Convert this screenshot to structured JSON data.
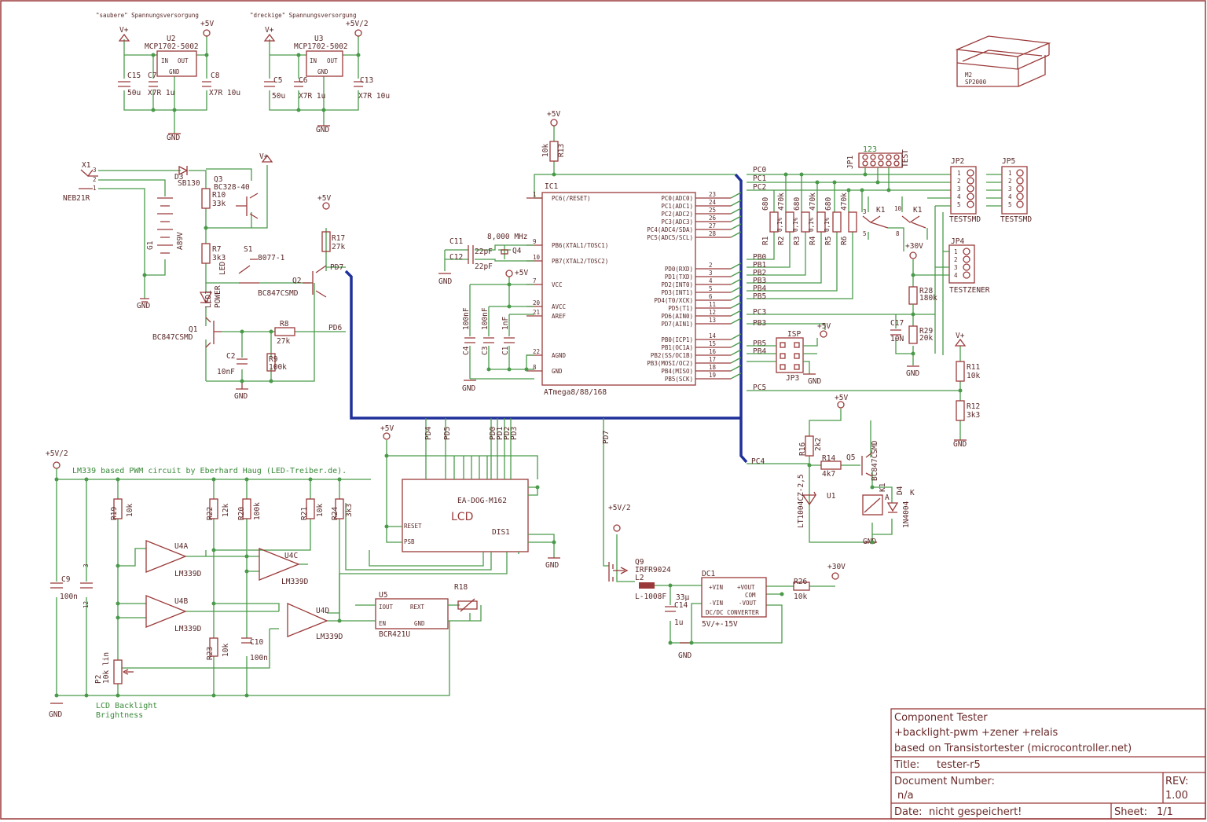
{
  "header_notes": {
    "clean": "\"saubere\" Spannungsversorgung",
    "dirty": "\"dreckige\" Spannungsversorgung"
  },
  "supplies": {
    "u2": "U2",
    "u3": "U3",
    "u2_part": "MCP1702-5002",
    "u3_part": "MCP1702-5002",
    "in": "IN",
    "out": "OUT",
    "gnd": "GND",
    "vplus": "V+",
    "p5v": "+5V",
    "p5v2": "+5V/2",
    "p30v": "+30V",
    "c15": "C15",
    "c7": "C7",
    "c8": "C8",
    "c5": "C5",
    "c6": "C6",
    "c13": "C13",
    "v50u": "50u",
    "x7r1u": "X7R 1u",
    "x7r10u": "X7R 10u"
  },
  "case": {
    "name": "M2",
    "part": "SP2000"
  },
  "power": {
    "x1": "X1",
    "neb": "NEB21R",
    "d3": "D3",
    "sb130": "SB130",
    "q3": "Q3",
    "bc328": "BC328-40",
    "g1": "G1",
    "a89v": "A89V",
    "r10": "R10",
    "v33k": "33k",
    "r7": "R7",
    "v3k3": "3k3",
    "s1": "S1",
    "b3": "8077-1",
    "led1": "LED1",
    "power": "POWER",
    "led": "LED",
    "q2": "Q2",
    "bc847": "BC847CSMD",
    "q1": "Q1",
    "r17": "R17",
    "v27k": "27k",
    "r8": "R8",
    "r9": "R9",
    "v100k": "100k",
    "c2": "C2",
    "v10nf": "10nF",
    "pd7": "PD7",
    "pd6": "PD6"
  },
  "mcu": {
    "ic1": "IC1",
    "part": "ATmega8/88/168",
    "r13": "R13",
    "v10k": "10k",
    "c11": "C11",
    "c12": "C12",
    "v22pf": "22pF",
    "q4": "Q4",
    "freq": "8,000 MHz",
    "c4": "C4",
    "c3": "C3",
    "c1": "C1",
    "v100nf": "100nF",
    "v1nf": "1nF",
    "left_pins": [
      {
        "n": "1",
        "l": "PC6(/RESET)"
      },
      {
        "n": "9",
        "l": "PB6(XTAL1/TOSC1)"
      },
      {
        "n": "10",
        "l": "PB7(XTAL2/TOSC2)"
      },
      {
        "n": "7",
        "l": "VCC"
      },
      {
        "n": "20",
        "l": "AVCC"
      },
      {
        "n": "21",
        "l": "AREF"
      },
      {
        "n": "22",
        "l": "AGND"
      },
      {
        "n": "8",
        "l": "GND"
      }
    ],
    "right_pins": [
      {
        "n": "23",
        "l": "PC0(ADC0)"
      },
      {
        "n": "24",
        "l": "PC1(ADC1)"
      },
      {
        "n": "25",
        "l": "PC2(ADC2)"
      },
      {
        "n": "26",
        "l": "PC3(ADC3)"
      },
      {
        "n": "27",
        "l": "PC4(ADC4/SDA)"
      },
      {
        "n": "28",
        "l": "PC5(ADC5/SCL)"
      },
      {
        "n": "2",
        "l": "PD0(RXD)"
      },
      {
        "n": "3",
        "l": "PD1(TXD)"
      },
      {
        "n": "4",
        "l": "PD2(INT0)"
      },
      {
        "n": "5",
        "l": "PD3(INT1)"
      },
      {
        "n": "6",
        "l": "PD4(T0/XCK)"
      },
      {
        "n": "11",
        "l": "PD5(T1)"
      },
      {
        "n": "12",
        "l": "PD6(AIN0)"
      },
      {
        "n": "13",
        "l": "PD7(AIN1)"
      },
      {
        "n": "14",
        "l": "PB0(ICP1)"
      },
      {
        "n": "15",
        "l": "PB1(OC1A)"
      },
      {
        "n": "16",
        "l": "PB2(SS/OC1B)"
      },
      {
        "n": "17",
        "l": "PB3(MOSI/OC2)"
      },
      {
        "n": "18",
        "l": "PB4(MISO)"
      },
      {
        "n": "19",
        "l": "PB5(SCK)"
      }
    ]
  },
  "probe": {
    "pc0": "PC0",
    "pc1": "PC1",
    "pc2": "PC2",
    "pc3": "PC3",
    "pc4": "PC4",
    "pc5": "PC5",
    "pb0": "PB0",
    "pb1": "PB1",
    "pb2": "PB2",
    "pb3": "PB3",
    "pb4": "PB4",
    "pb5": "PB5",
    "r1": "R1",
    "r2": "R2",
    "r3": "R3",
    "r4": "R4",
    "r5": "R5",
    "r6": "R6",
    "v680": "680",
    "v470k": "470k",
    "tol": "0,1%",
    "jp1": "JP1",
    "test": "TEST",
    "jp2": "JP2",
    "jp5": "JP5",
    "testsmd": "TESTSMD",
    "jp4": "JP4",
    "testzener": "TESTZENER",
    "k1": "K1",
    "r28": "R28",
    "v180k": "180k",
    "r29": "R29",
    "v20k": "20k",
    "c17": "C17",
    "v10n": "10N",
    "isp": "ISP",
    "jp3": "JP3",
    "pb3s": "PB3",
    "pb4s": "PB4",
    "pb5s": "PB5",
    "gnd": "GND",
    "r11": "R11",
    "r12": "R12",
    "v10k": "10k",
    "v3k3": "3k3"
  },
  "relay": {
    "r16": "R16",
    "v2k2": "2k2",
    "r14": "R14",
    "v4k7": "4k7",
    "q5": "Q5",
    "bc847": "BC847CSMD",
    "u1": "U1",
    "lt": "LT1004CZ-2,5",
    "d4": "D4",
    "n4004": "1N4004",
    "k1": "K1",
    "a": "A",
    "k": "K"
  },
  "lcd": {
    "dis1": "DIS1",
    "part": "EA-DOG-M162",
    "label": "LCD",
    "pd4": "PD4",
    "pd5": "PD5",
    "pd0": "PD0",
    "pd1": "PD1",
    "pd2": "PD2",
    "pd3": "PD3",
    "reset": "RESET",
    "psb": "PSB"
  },
  "pwm": {
    "note": "LM339 based PWM circuit by Eberhard Haug (LED-Treiber.de).",
    "lm339": "LM339D",
    "u4a": "U4A",
    "u4b": "U4B",
    "u4c": "U4C",
    "u4d": "U4D",
    "r19": "R19",
    "r22": "R22",
    "r20": "R20",
    "r21": "R21",
    "r24": "R24",
    "r23": "R23",
    "v10k": "10k",
    "v12k": "12k",
    "v100k": "100k",
    "v3k3": "3k3",
    "c9": "C9",
    "c10": "C10",
    "v100n": "100n",
    "p2": "P2",
    "p2v": "10k lin",
    "u5": "U5",
    "bcr": "BCR421U",
    "iout": "IOUT",
    "rext": "REXT",
    "en": "EN",
    "gnd": "GND",
    "r18": "R18",
    "backlight": "LCD Backlight",
    "brightness": "Brightness"
  },
  "dcdc": {
    "pd7": "PD7",
    "q9": "Q9",
    "irfr": "IRFR9024",
    "l2": "L2",
    "l1008": "L-1008F",
    "c14": "C14",
    "v33u": "33µ",
    "v1u": "1u",
    "dc1": "DC1",
    "vin": "+VIN",
    "vout": "+VOUT",
    "mvin": "-VIN",
    "com": "COM",
    "mvout": "-VOUT",
    "conv": "DC/DC CONVERTER",
    "rating": "5V/+-15V",
    "r26": "R26",
    "v10k": "10k"
  },
  "titleblock": {
    "line1": "Component Tester",
    "line2": "+backlight-pwm +zener +relais",
    "line3": "based on Transistortester (microcontroller.net)",
    "title_label": "Title:",
    "title_value": "tester-r5",
    "docnum_label": "Document Number:",
    "docnum_value": "n/a",
    "rev_label": "REV:",
    "rev_value": "1.00",
    "date_label": "Date:",
    "date_value": "nicht gespeichert!",
    "sheet_label": "Sheet:",
    "sheet_value": "1/1"
  }
}
